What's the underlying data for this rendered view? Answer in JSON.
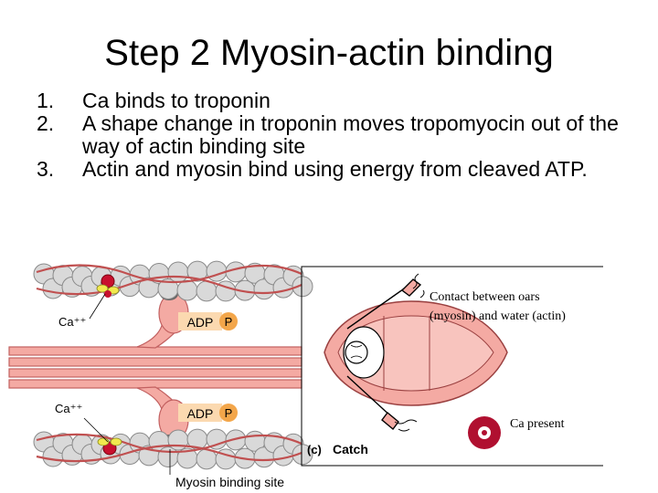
{
  "slide": {
    "title": "Step 2 Myosin-actin binding",
    "steps": [
      {
        "number": "1.",
        "text": "Ca binds to troponin"
      },
      {
        "number": "2.",
        "text": "A shape change in troponin moves tropomyocin out of the way of actin binding site"
      },
      {
        "number": "3.",
        "text": "Actin and myosin bind using energy from cleaved ATP."
      }
    ]
  },
  "left_figure": {
    "ca_label_top": "Ca⁺⁺",
    "ca_label_bottom": "Ca⁺⁺",
    "adp_top": "ADP",
    "p_top": "P",
    "adp_bottom": "ADP",
    "p_bottom": "P",
    "binding_site_label": "Myosin binding site"
  },
  "right_figure": {
    "contact_label_line1": "Contact between oars",
    "contact_label_line2": "(myosin) and water (actin)",
    "ca_present_label": "Ca present",
    "panel_letter": "(c)",
    "panel_label": "Catch"
  },
  "colors": {
    "myosin_pink": "#f4aaa3",
    "myosin_outline": "#c26060",
    "actin_bead": "#d9d9d9",
    "tropomyosin": "#c05050",
    "troponin_red": "#c8102e",
    "troponin_yellow": "#f2e94e",
    "adp_box": "#fbd9b0",
    "phosphate": "#f3a64a",
    "ca_ring": "#b01030"
  }
}
